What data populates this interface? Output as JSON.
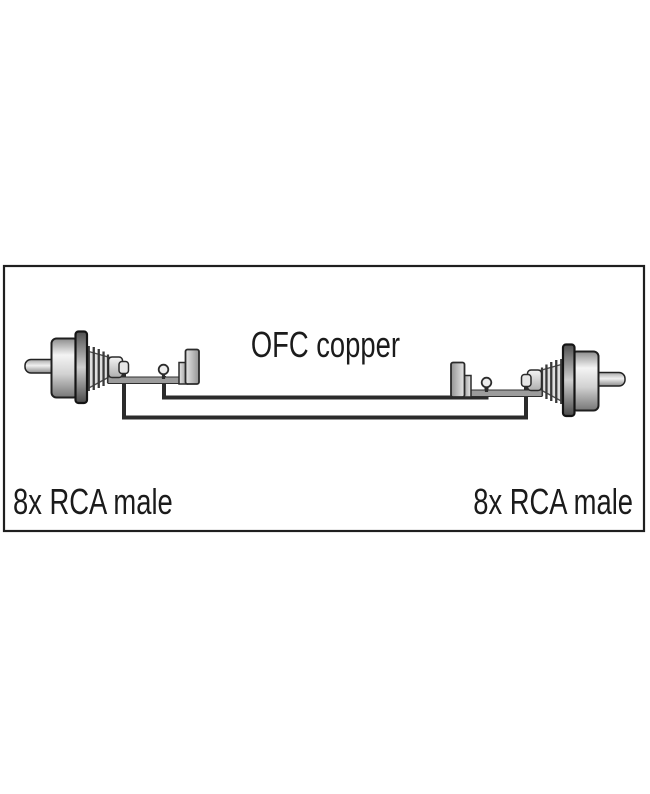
{
  "diagram": {
    "title": "OFC copper",
    "left_connector_label": "8x RCA male",
    "right_connector_label": "8x RCA male",
    "colors": {
      "background": "#ffffff",
      "frame_border": "#1f1f1f",
      "wire_line": "#2b2b2b",
      "text": "#1b1b1b",
      "metal_light": "#f4f4f4",
      "metal_dark": "#767676"
    }
  }
}
